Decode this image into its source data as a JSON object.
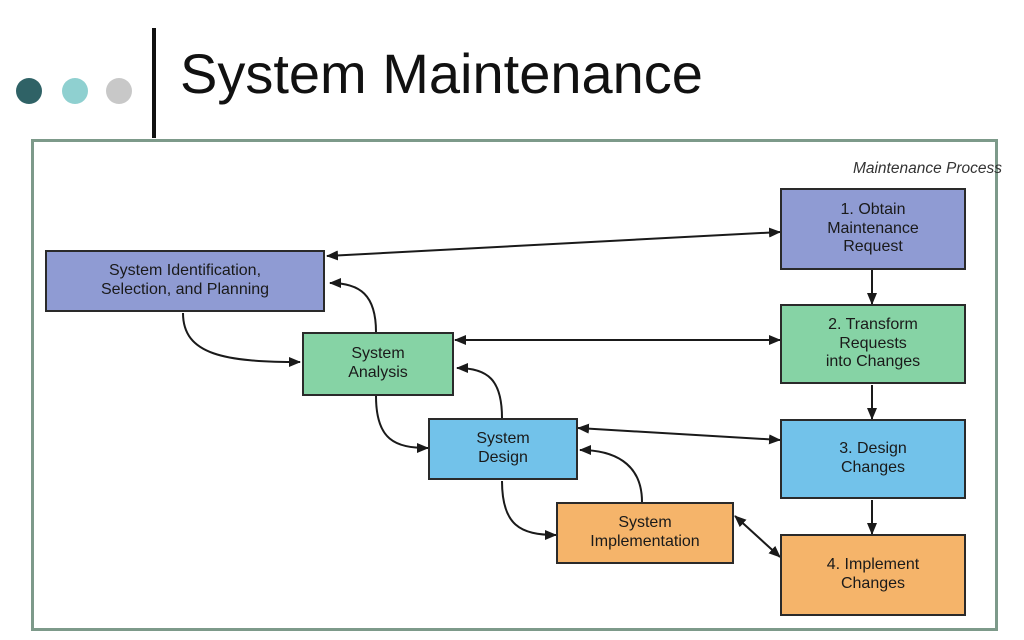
{
  "slide": {
    "title": "System Maintenance",
    "bullet_colors": [
      "#2f6266",
      "#8fd0d0",
      "#c8c8c8"
    ]
  },
  "diagram": {
    "caption": "Maintenance Process",
    "sdlc_phases": [
      {
        "id": "identification",
        "label": "System Identification,\nSelection, and Planning",
        "color": "#8f9bd3"
      },
      {
        "id": "analysis",
        "label": "System\nAnalysis",
        "color": "#86d3a5"
      },
      {
        "id": "design",
        "label": "System\nDesign",
        "color": "#72c2ea"
      },
      {
        "id": "implementation",
        "label": "System\nImplementation",
        "color": "#f5b46a"
      }
    ],
    "maintenance_steps": [
      {
        "id": "obtain",
        "label": "1. Obtain\nMaintenance\nRequest",
        "color": "#8f9bd3"
      },
      {
        "id": "transform",
        "label": "2. Transform\nRequests\ninto Changes",
        "color": "#86d3a5"
      },
      {
        "id": "design_changes",
        "label": "3. Design\nChanges",
        "color": "#72c2ea"
      },
      {
        "id": "implement",
        "label": "4. Implement\nChanges",
        "color": "#f5b46a"
      }
    ],
    "connections": [
      {
        "from": "identification",
        "to": "obtain",
        "direction": "both"
      },
      {
        "from": "analysis",
        "to": "transform",
        "direction": "both"
      },
      {
        "from": "design",
        "to": "design_changes",
        "direction": "both"
      },
      {
        "from": "implementation",
        "to": "implement",
        "direction": "both"
      },
      {
        "from": "obtain",
        "to": "transform",
        "direction": "forward"
      },
      {
        "from": "transform",
        "to": "design_changes",
        "direction": "forward"
      },
      {
        "from": "design_changes",
        "to": "implement",
        "direction": "forward"
      },
      {
        "from": "identification",
        "to": "analysis",
        "direction": "forward"
      },
      {
        "from": "analysis",
        "to": "design",
        "direction": "forward"
      },
      {
        "from": "design",
        "to": "implementation",
        "direction": "forward"
      },
      {
        "from": "analysis",
        "to": "identification",
        "direction": "back"
      },
      {
        "from": "design",
        "to": "analysis",
        "direction": "back"
      },
      {
        "from": "implementation",
        "to": "design",
        "direction": "back"
      }
    ]
  }
}
